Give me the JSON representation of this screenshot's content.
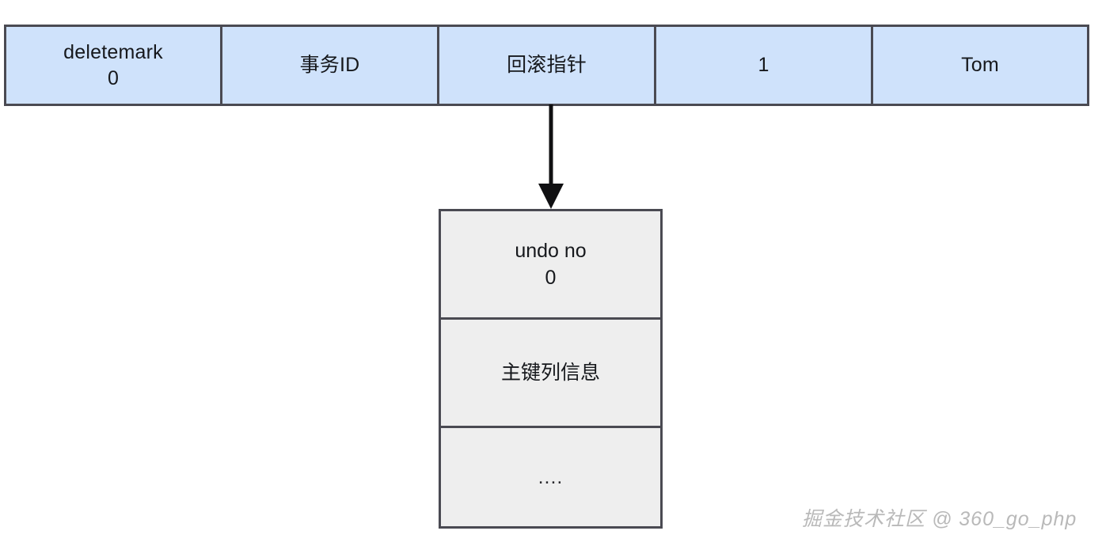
{
  "diagram": {
    "title": "MySQL InnoDB record with rollback pointer to undo log",
    "colors": {
      "record_fill": "#cfe2fb",
      "undo_fill": "#eeeeee",
      "border": "#4a4a52",
      "text": "#16181c",
      "watermark": "#b9b9b9",
      "background": "#ffffff"
    },
    "record_row": {
      "cells": [
        {
          "label": "deletemark",
          "value": "0"
        },
        {
          "label": "事务ID",
          "value": ""
        },
        {
          "label": "回滚指针",
          "value": ""
        },
        {
          "label": "1",
          "value": ""
        },
        {
          "label": "Tom",
          "value": ""
        }
      ]
    },
    "arrow": {
      "name": "rollback-pointer-arrow",
      "from": "回滚指针",
      "to": "undo log"
    },
    "undo_box": {
      "sections": [
        {
          "label": "undo no",
          "value": "0"
        },
        {
          "label": "主键列信息",
          "value": ""
        },
        {
          "label": "....",
          "value": ""
        }
      ]
    },
    "watermark": {
      "text": "掘金技术社区 @ 360_go_php"
    }
  }
}
